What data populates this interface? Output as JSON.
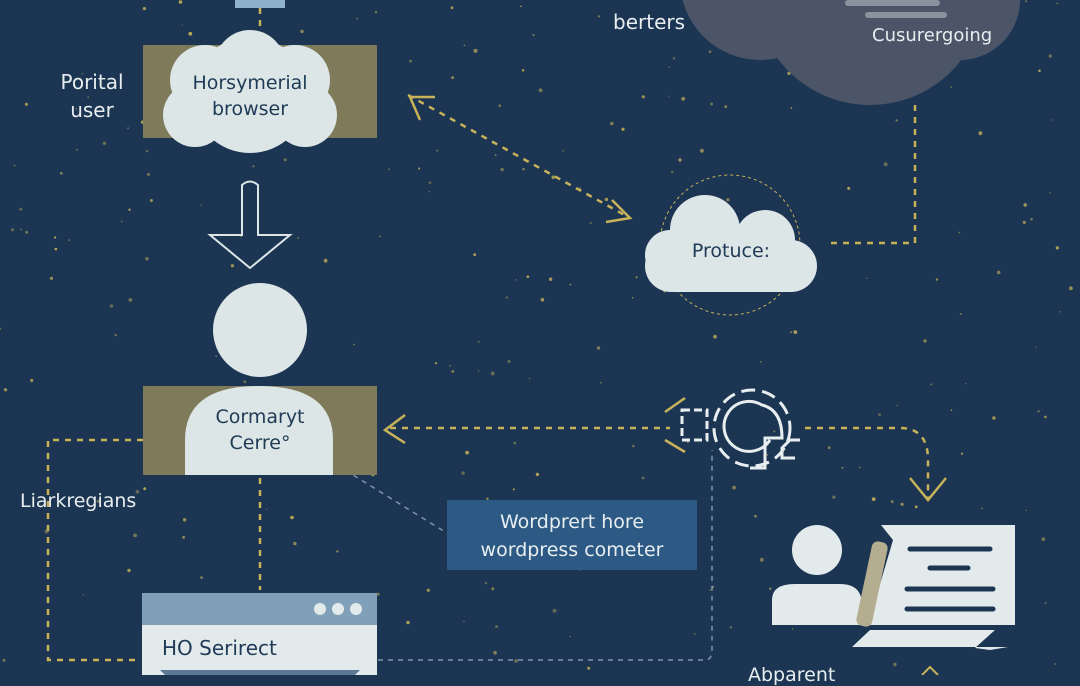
{
  "colors": {
    "background": "#1b3552",
    "connector": "#c9b35a",
    "panel_olive": "#7e7a5a",
    "node_light": "#dde6e6",
    "label_blue": "#2d5a85",
    "cloud_gray": "#4b5567"
  },
  "nodes": {
    "portal_user_label": [
      "Porital",
      "user"
    ],
    "browser_cloud": [
      "Horsymerial",
      "browser"
    ],
    "center_person": [
      "Cormaryt",
      "Cerre°"
    ],
    "left_label": "Liarkregians",
    "browser_window": "HO Serirect",
    "wordpress_label": [
      "Wordprert hore",
      "wordpress cometer"
    ],
    "protuce_cloud": "Protuce:",
    "top_label": "berters",
    "gray_cloud": "Cusurergoing",
    "bottom_right_label": "Abparent"
  },
  "icons": [
    "down-arrow-icon",
    "person-icon",
    "gear-icon",
    "user-document-icon",
    "cloud-icon",
    "browser-window-icon"
  ]
}
